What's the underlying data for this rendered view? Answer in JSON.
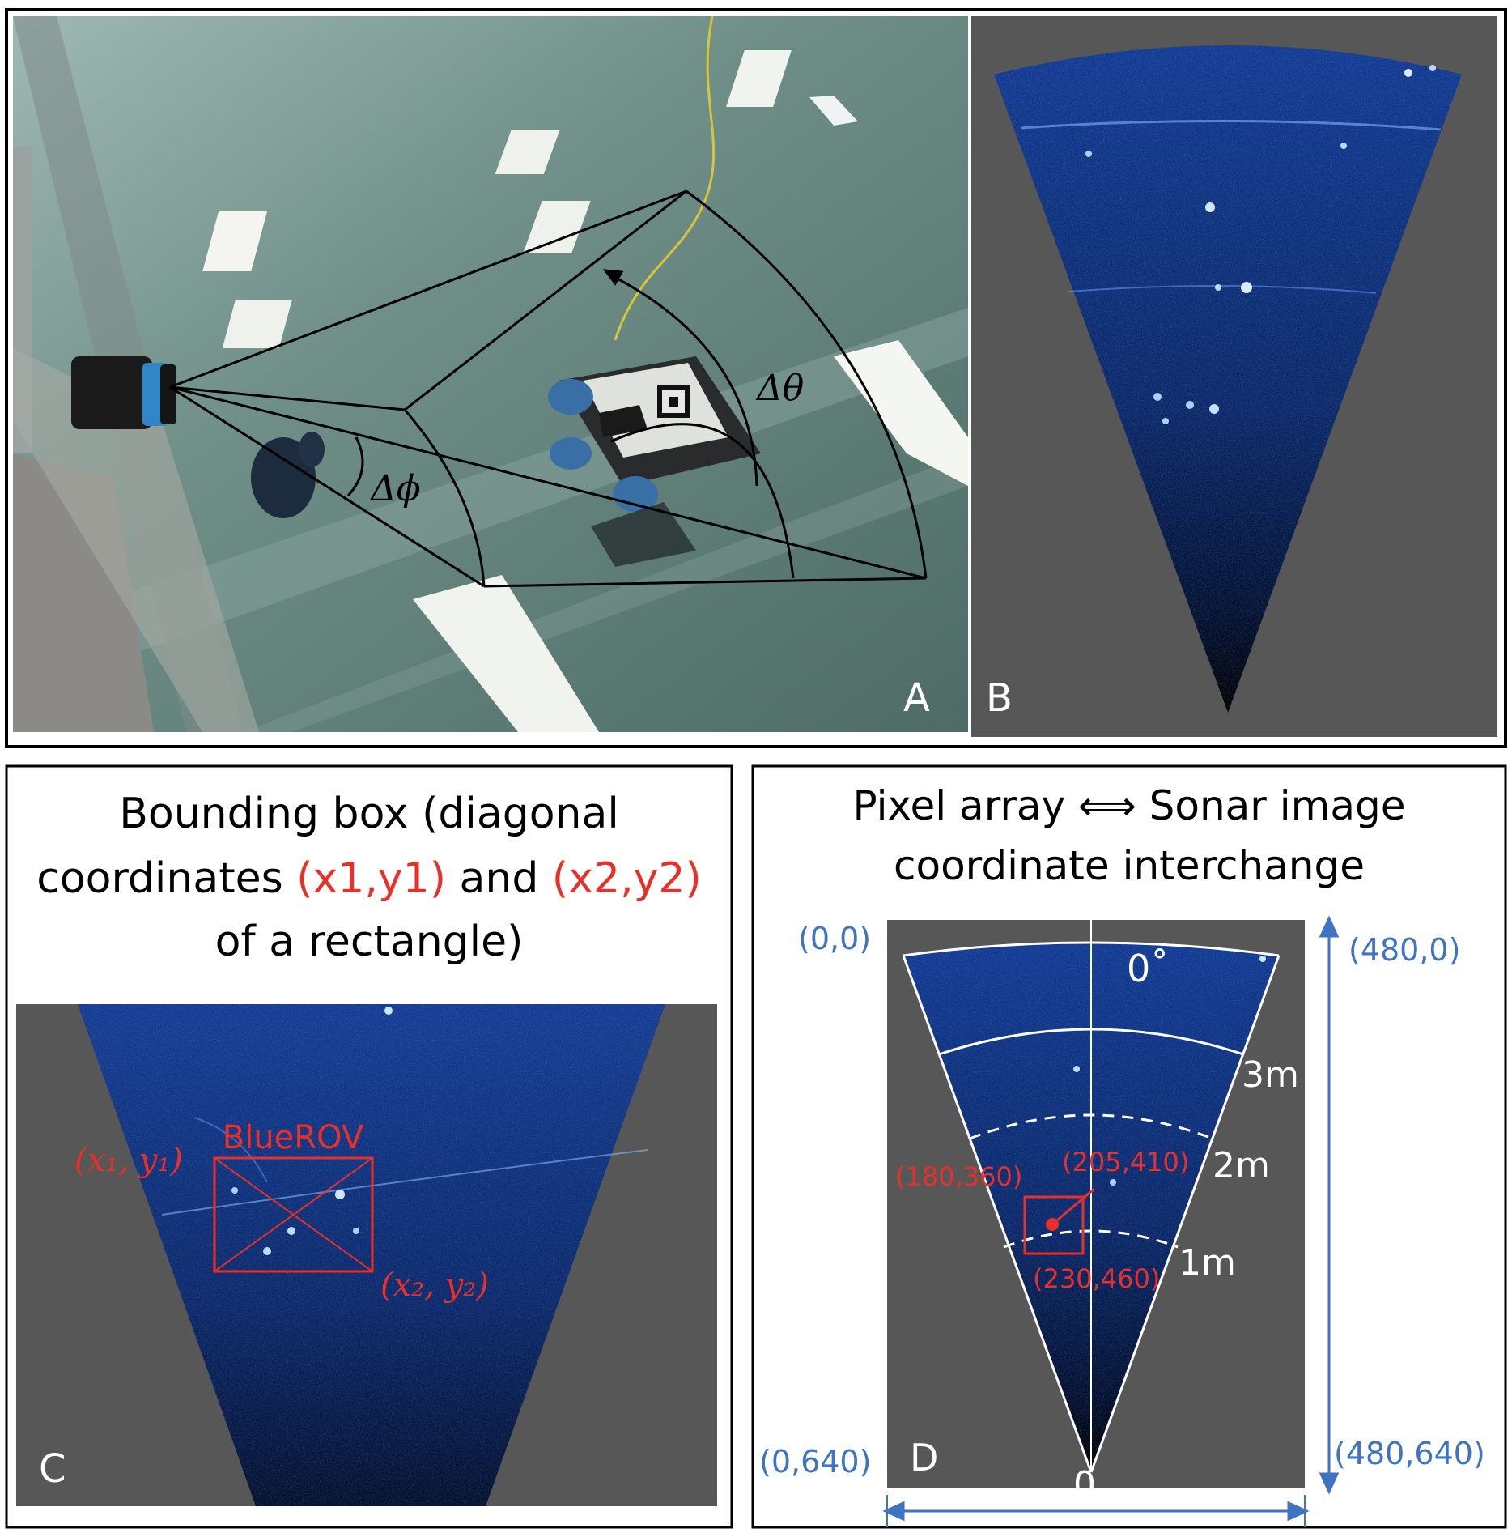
{
  "panels": {
    "a": {
      "label": "A",
      "delta_phi": "Δϕ",
      "delta_theta": "Δθ"
    },
    "b": {
      "label": "B"
    },
    "c": {
      "label": "C",
      "title_line1": "Bounding box (diagonal",
      "title_line2_prefix": "coordinates ",
      "title_line2_p1": "(x1,y1)",
      "title_line2_mid": " and ",
      "title_line2_p2": "(x2,y2)",
      "title_line3": "of a rectangle)",
      "box_label": "BlueROV",
      "corner1": "(x₁, y₁)",
      "corner2": "(x₂, y₂)"
    },
    "d": {
      "label": "D",
      "title_line1": "Pixel array ⟺ Sonar image",
      "title_line2": "coordinate interchange",
      "corner_tl": "(0,0)",
      "corner_tr": "(480,0)",
      "corner_bl": "(0,640)",
      "corner_br": "(480,640)",
      "angle_label": "0˚",
      "origin_label": "0",
      "range_3m": "3m",
      "range_2m": "2m",
      "range_1m": "1m",
      "box_tl": "(180,360)",
      "box_center": "(205,410)",
      "box_br": "(230,460)"
    }
  },
  "colors": {
    "sonar_blue": "#0d2a6e",
    "background_gray": "#565756",
    "annotation_red": "#e8302a",
    "coordinate_blue": "#3e74c2",
    "pool_water": "#6f8f88"
  }
}
